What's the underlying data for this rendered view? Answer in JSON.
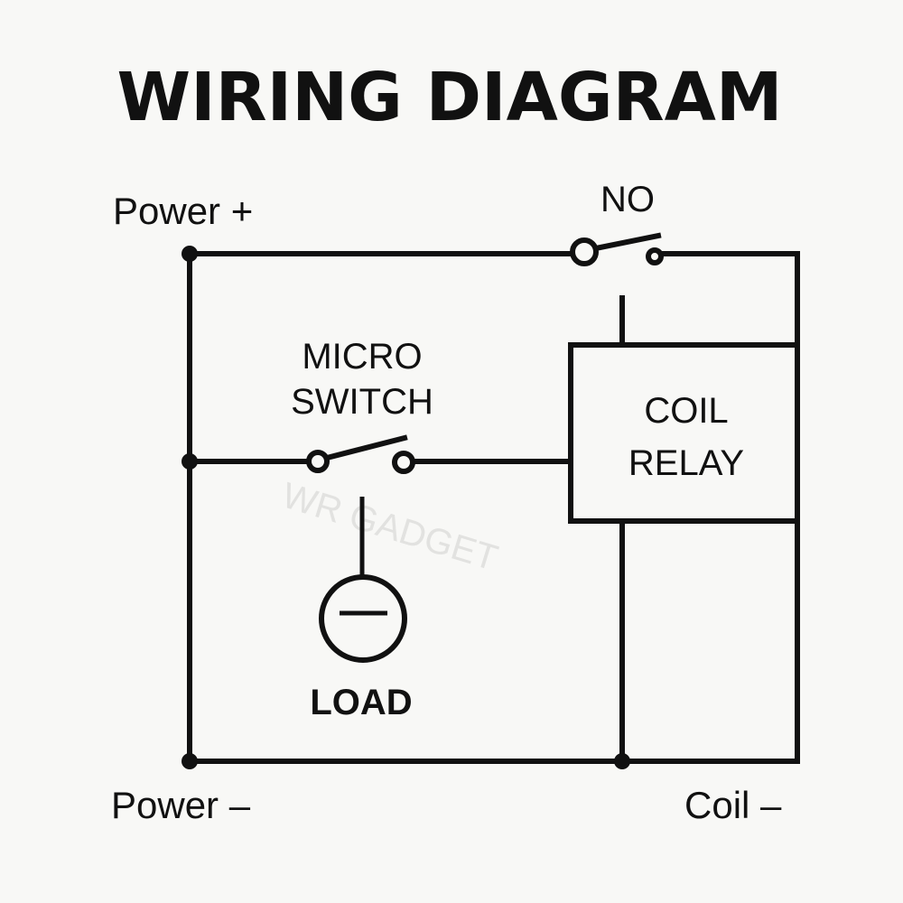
{
  "title": "WIRING DIAGRAM",
  "watermark": "WR GADGET",
  "labels": {
    "power_plus": "Power +",
    "power_minus": "Power –",
    "coil_minus": "Coil –",
    "no_contact": "NO",
    "micro_switch_line1": "MICRO",
    "micro_switch_line2": "SWITCH",
    "relay_line1": "COIL",
    "relay_line2": "RELAY",
    "load": "LOAD"
  },
  "colors": {
    "ink": "#111111",
    "background": "#f8f8f6",
    "watermark": "#e2e2e0"
  }
}
